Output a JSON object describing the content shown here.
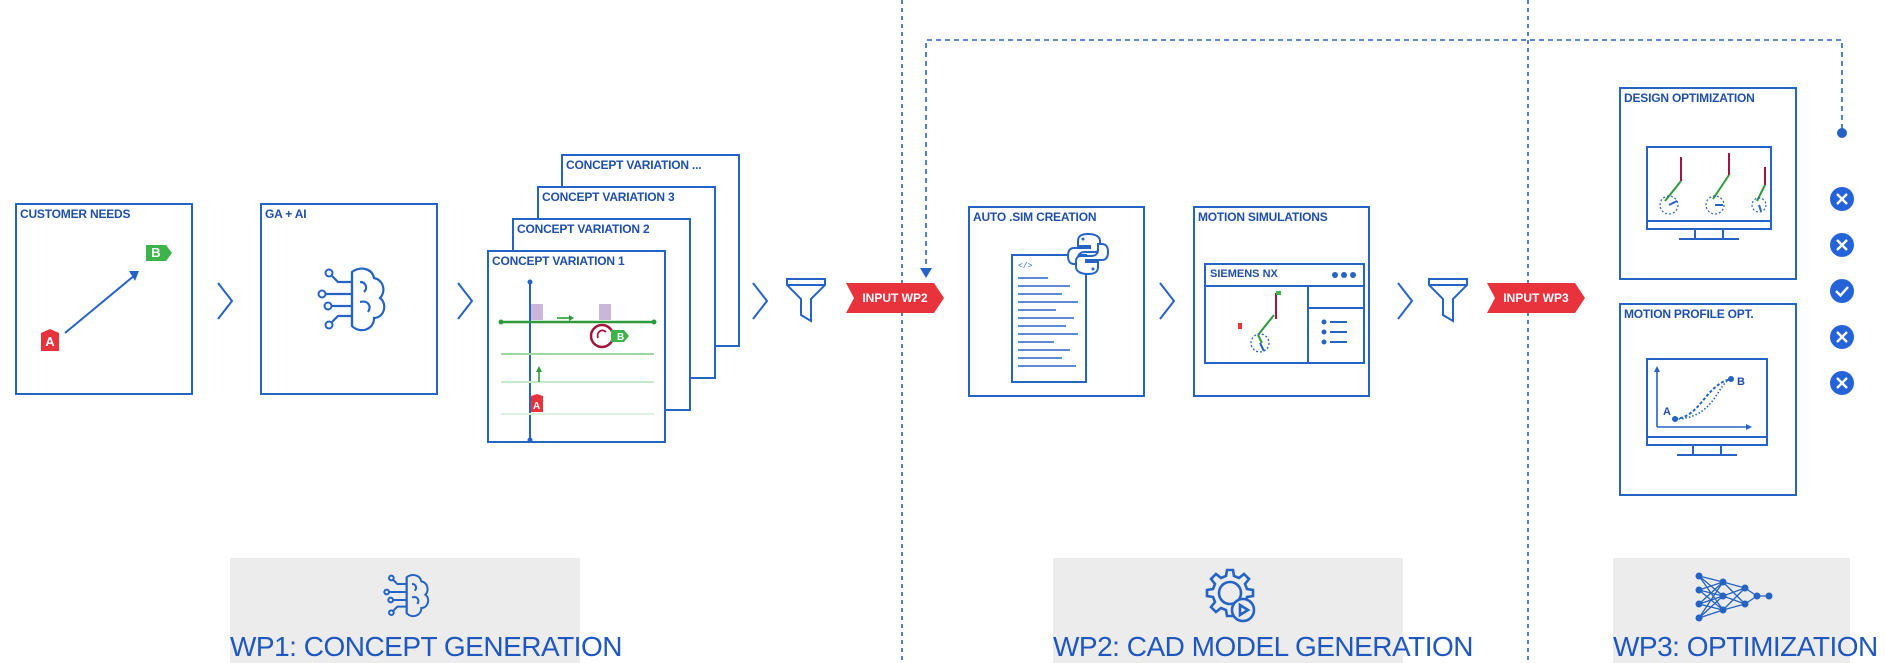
{
  "colors": {
    "accent": "#2563c4",
    "red": "#e8323c",
    "green": "#3cb44b",
    "panel": "#ececec"
  },
  "wp1": {
    "customer_needs_title": "CUSTOMER NEEDS",
    "point_a": "A",
    "point_b": "B",
    "ga_ai_title": "GA + AI",
    "concept_variations": [
      "CONCEPT VARIATION 1",
      "CONCEPT VARIATION 2",
      "CONCEPT VARIATION 3",
      "CONCEPT VARIATION ..."
    ],
    "panel_label": "WP1: CONCEPT GENERATION"
  },
  "input_wp2": "INPUT WP2",
  "wp2": {
    "auto_sim_title": "AUTO .SIM CREATION",
    "motion_sim_title": "MOTION  SIMULATIONS",
    "siemens_label": "SIEMENS NX",
    "panel_label": "WP2: CAD MODEL GENERATION"
  },
  "input_wp3": "INPUT WP3",
  "wp3": {
    "design_opt_title": "DESIGN OPTIMIZATION",
    "motion_profile_title": "MOTION PROFILE OPT.",
    "graph_a": "A",
    "graph_b": "B",
    "panel_label": "WP3: OPTIMIZATION",
    "results": [
      "rejected",
      "rejected",
      "accepted",
      "rejected",
      "rejected"
    ]
  },
  "icons": [
    "brain-icon",
    "python-icon",
    "code-document-icon",
    "gear-play-icon",
    "neural-network-icon",
    "funnel-icon",
    "chevron-right-icon",
    "monitor-icon"
  ]
}
